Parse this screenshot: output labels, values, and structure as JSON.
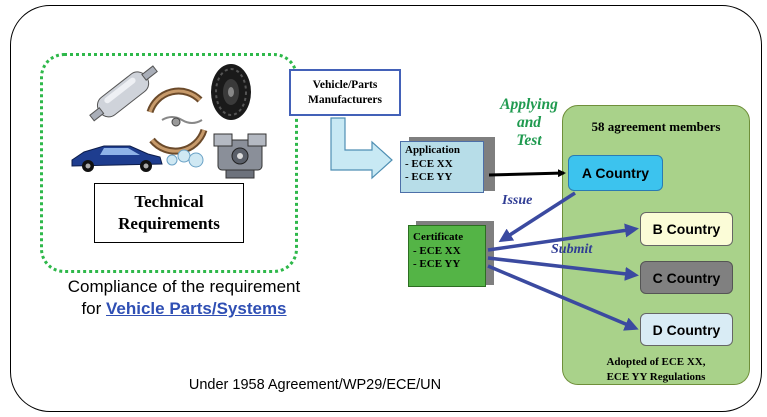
{
  "diagram": {
    "technical_requirements": {
      "line1": "Technical",
      "line2": "Requirements"
    },
    "compliance": {
      "line1": "Compliance of the requirement",
      "prefix": "for ",
      "link": "Vehicle Parts/Systems"
    },
    "agreement_caption": "Under 1958 Agreement/WP29/ECE/UN",
    "manufacturers": {
      "line1": "Vehicle/Parts",
      "line2": "Manufacturers"
    },
    "application": {
      "title": "Application",
      "item1": "- ECE XX",
      "item2": "- ECE YY"
    },
    "applying_label": {
      "line1": "Applying",
      "line2": "and",
      "line3": "Test"
    },
    "members_title": "58 agreement members",
    "countries": {
      "a": "A Country",
      "b": "B Country",
      "c": "C Country",
      "d": "D Country"
    },
    "certificate": {
      "title": "Certificate",
      "item1": "- ECE XX",
      "item2": "- ECE YY"
    },
    "issue_label": "Issue",
    "submit_label": "Submit",
    "adopted": {
      "line1": "Adopted of ECE XX,",
      "line2": "ECE YY Regulations"
    },
    "icons": [
      "muffler-icon",
      "brake-shoe-icon",
      "tire-icon",
      "car-icon",
      "engine-icon"
    ],
    "colors": {
      "dotted_border": "#2eb84a",
      "members_panel": "#a9d28a",
      "a_country": "#3cc3ee",
      "certificate": "#54b446",
      "application": "#b7dde8",
      "arrow_blue": "#3b4aa0",
      "applying_text": "#1f9a4f"
    }
  }
}
